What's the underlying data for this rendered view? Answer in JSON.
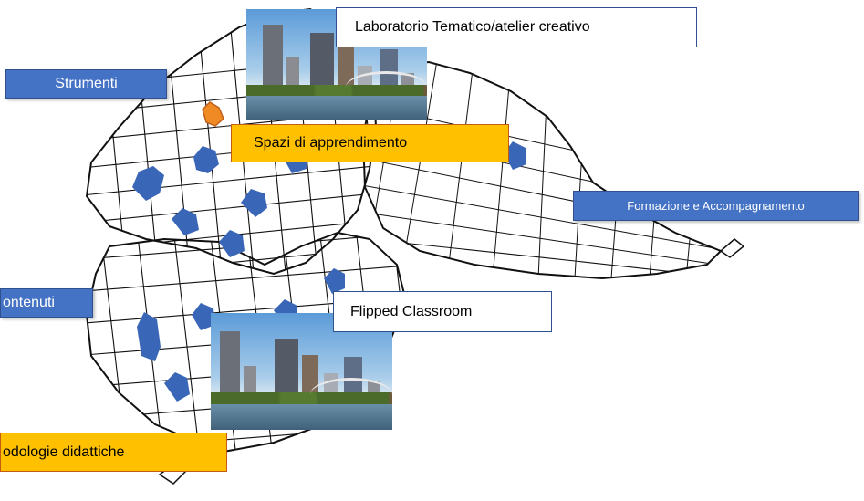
{
  "labels": {
    "strumenti": "Strumenti",
    "laboratorio": "Laboratorio Tematico/atelier creativo",
    "spazi": "Spazi di apprendimento",
    "formazione": "Formazione e Accompagnamento",
    "contenuti": "ontenuti",
    "flipped": "Flipped Classroom",
    "metodologie": "odologie didattiche"
  },
  "colors": {
    "blue_label": "#4472c4",
    "orange_label": "#ffc000",
    "marker_blue": "#3a66b8",
    "marker_orange": "#f08a24"
  },
  "images": {
    "top_photo": "city-skyline-photo",
    "bottom_photo": "city-skyline-photo"
  }
}
